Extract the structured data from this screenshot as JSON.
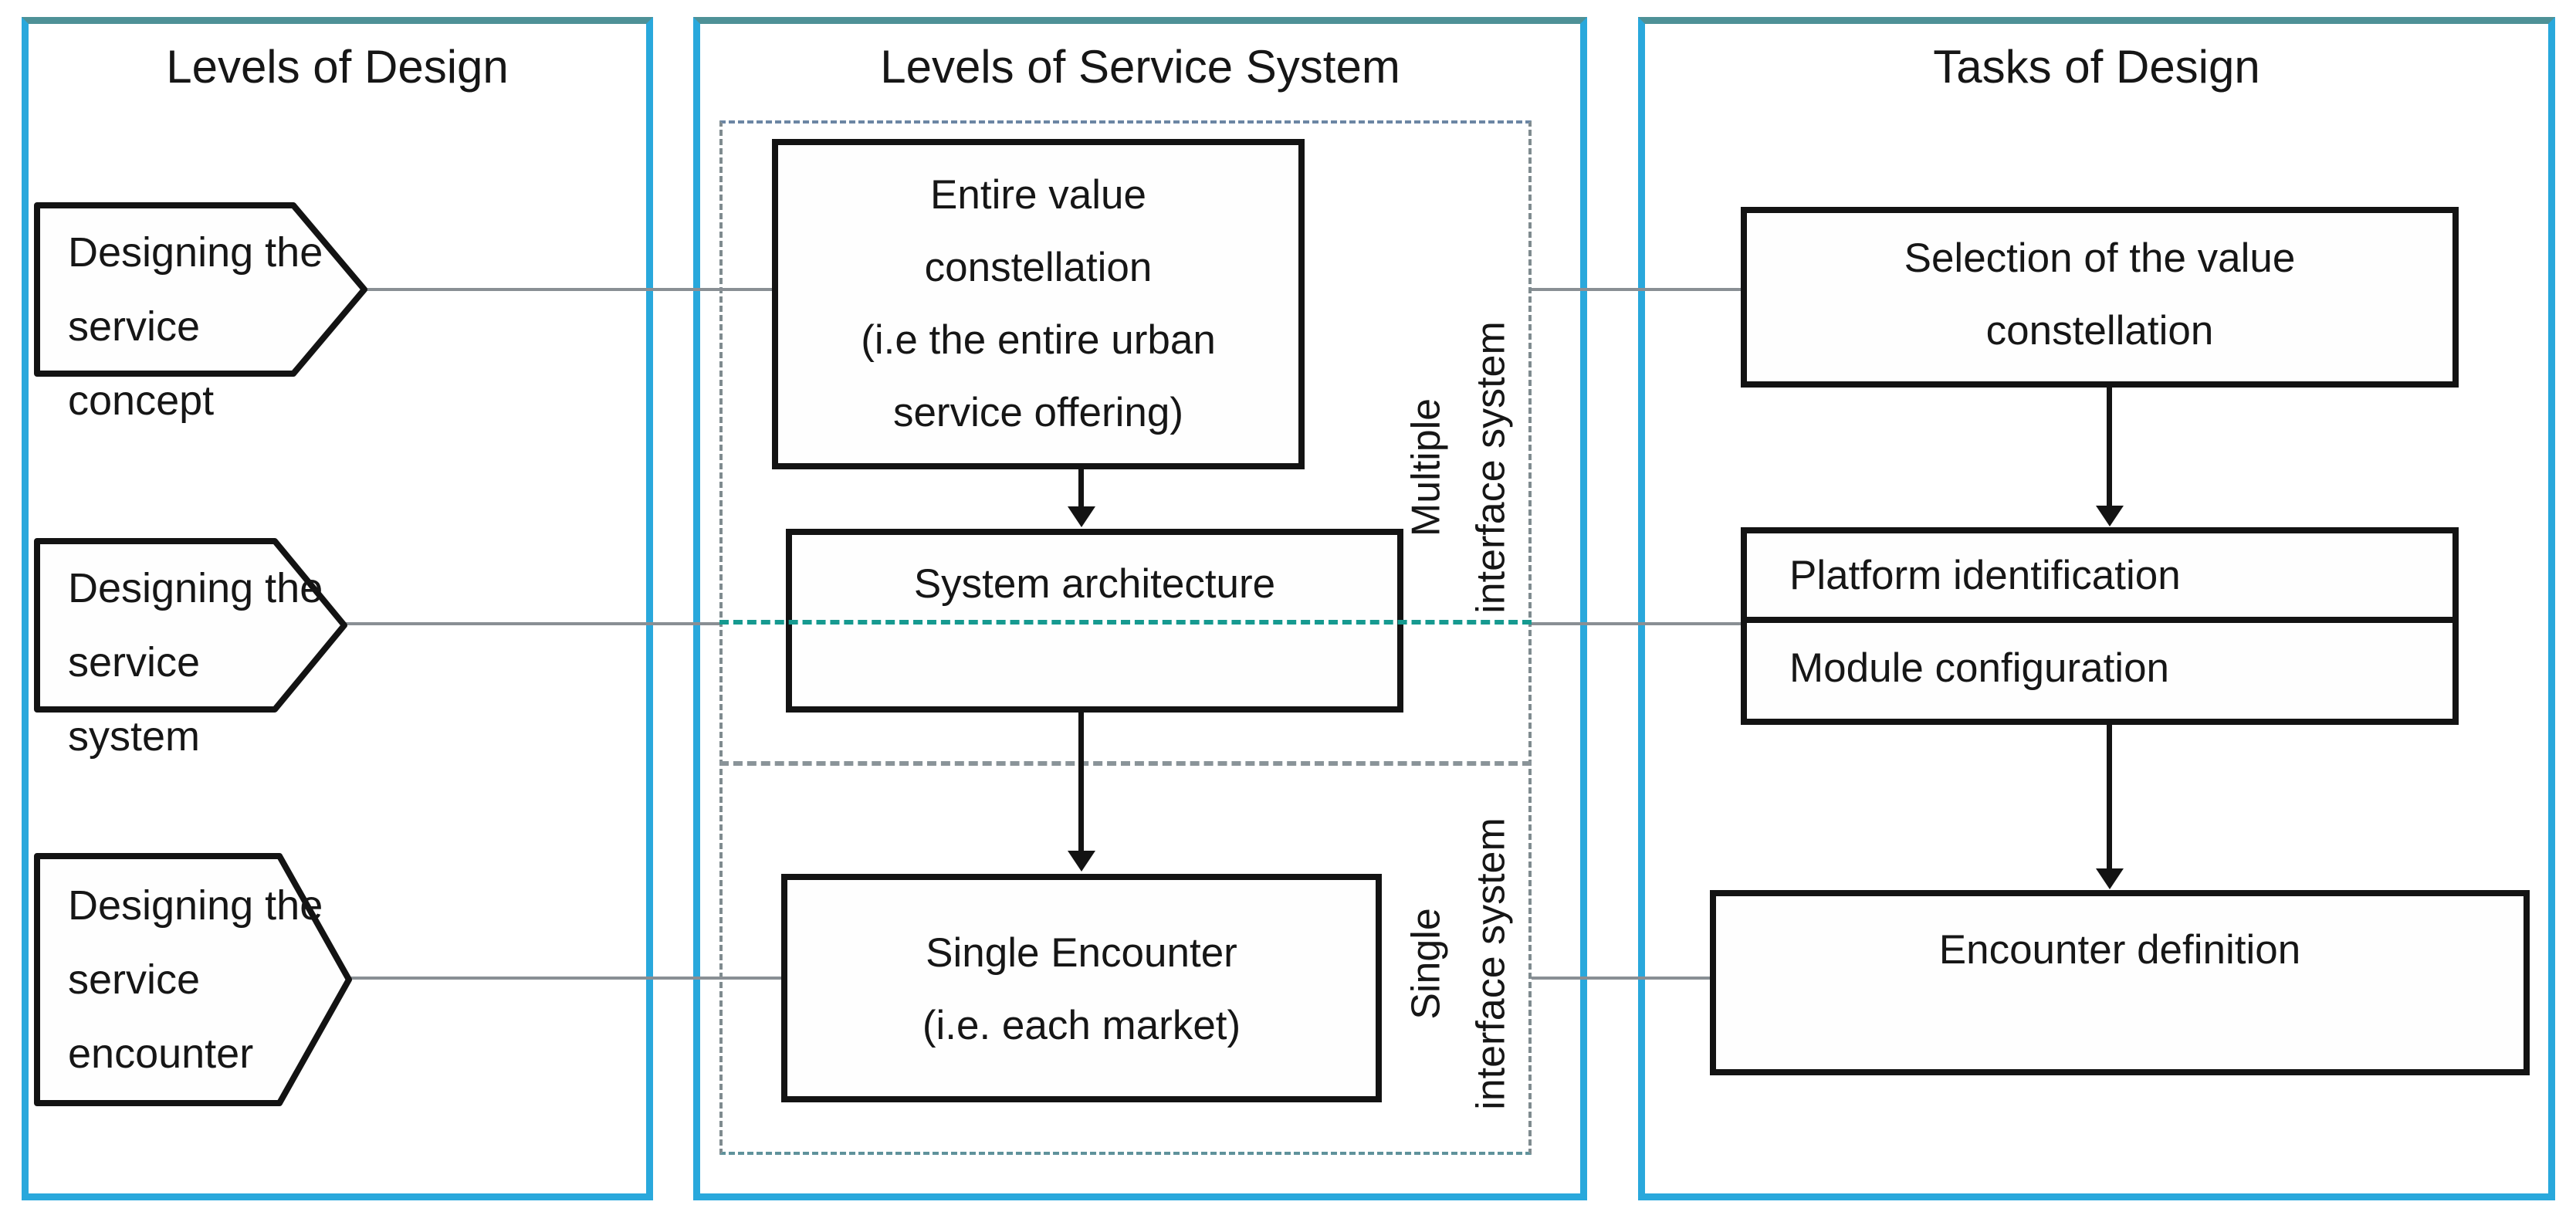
{
  "diagram": {
    "left_panel": {
      "title": "Levels of Design",
      "items": [
        {
          "label": "Designing the\nservice concept"
        },
        {
          "label": "Designing the\nservice system"
        },
        {
          "label": "Designing the\nservice\nencounter"
        }
      ]
    },
    "middle_panel": {
      "title": "Levels of Service System",
      "boxes": [
        {
          "label": "Entire value\nconstellation\n(i.e the entire urban\nservice offering)"
        },
        {
          "label": "System architecture"
        },
        {
          "label": "Single Encounter\n(i.e. each market)"
        }
      ],
      "bands": [
        {
          "label": "Multiple\ninterface system"
        },
        {
          "label": "Single\ninterface system"
        }
      ]
    },
    "right_panel": {
      "title": "Tasks of Design",
      "boxes": [
        {
          "label": "Selection of the value\nconstellation"
        },
        {
          "label": "Platform identification"
        },
        {
          "label": "Module configuration"
        },
        {
          "label": "Encounter definition"
        }
      ]
    },
    "colors": {
      "panel_border": "#29a8dc",
      "panel_border_top": "#4e9197",
      "box_border": "#131313",
      "dashed_gray": "#7f8b8f",
      "dashed_blue": "#6c86a4",
      "dashed_teal": "#169a90",
      "connector": "#898f94",
      "text": "#161616",
      "bg": "#ffffff"
    }
  }
}
